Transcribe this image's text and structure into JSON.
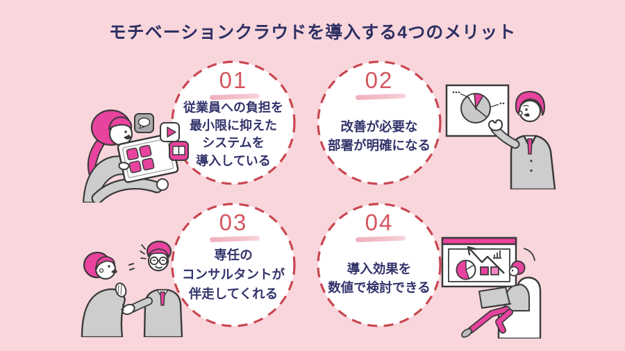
{
  "page": {
    "title": "モチベーションクラウドを導入する4つのメリット",
    "background_color": "#f8d6dc",
    "title_color": "#2e3063",
    "circle_border_color": "#c9454f",
    "number_color": "#d4555f",
    "number_highlight_color": "#f3bbc4",
    "text_color": "#32336b",
    "illustration_pink": "#e8439e",
    "illustration_gray": "#cdcdcd"
  },
  "benefits": [
    {
      "number": "01",
      "lines": [
        "従業員への負担を",
        "最小限に抑えた",
        "システムを",
        "導入している"
      ]
    },
    {
      "number": "02",
      "lines": [
        "改善が必要な",
        "部署が明確になる"
      ]
    },
    {
      "number": "03",
      "lines": [
        "専任の",
        "コンサルタントが",
        "伴走してくれる"
      ]
    },
    {
      "number": "04",
      "lines": [
        "導入効果を",
        "数値で検討できる"
      ]
    }
  ],
  "illustrations": [
    {
      "name": "woman-using-tablet-with-app-icons"
    },
    {
      "name": "man-presenting-pie-chart"
    },
    {
      "name": "two-businessmen-consulting"
    },
    {
      "name": "person-reviewing-dashboard-on-laptop"
    }
  ]
}
